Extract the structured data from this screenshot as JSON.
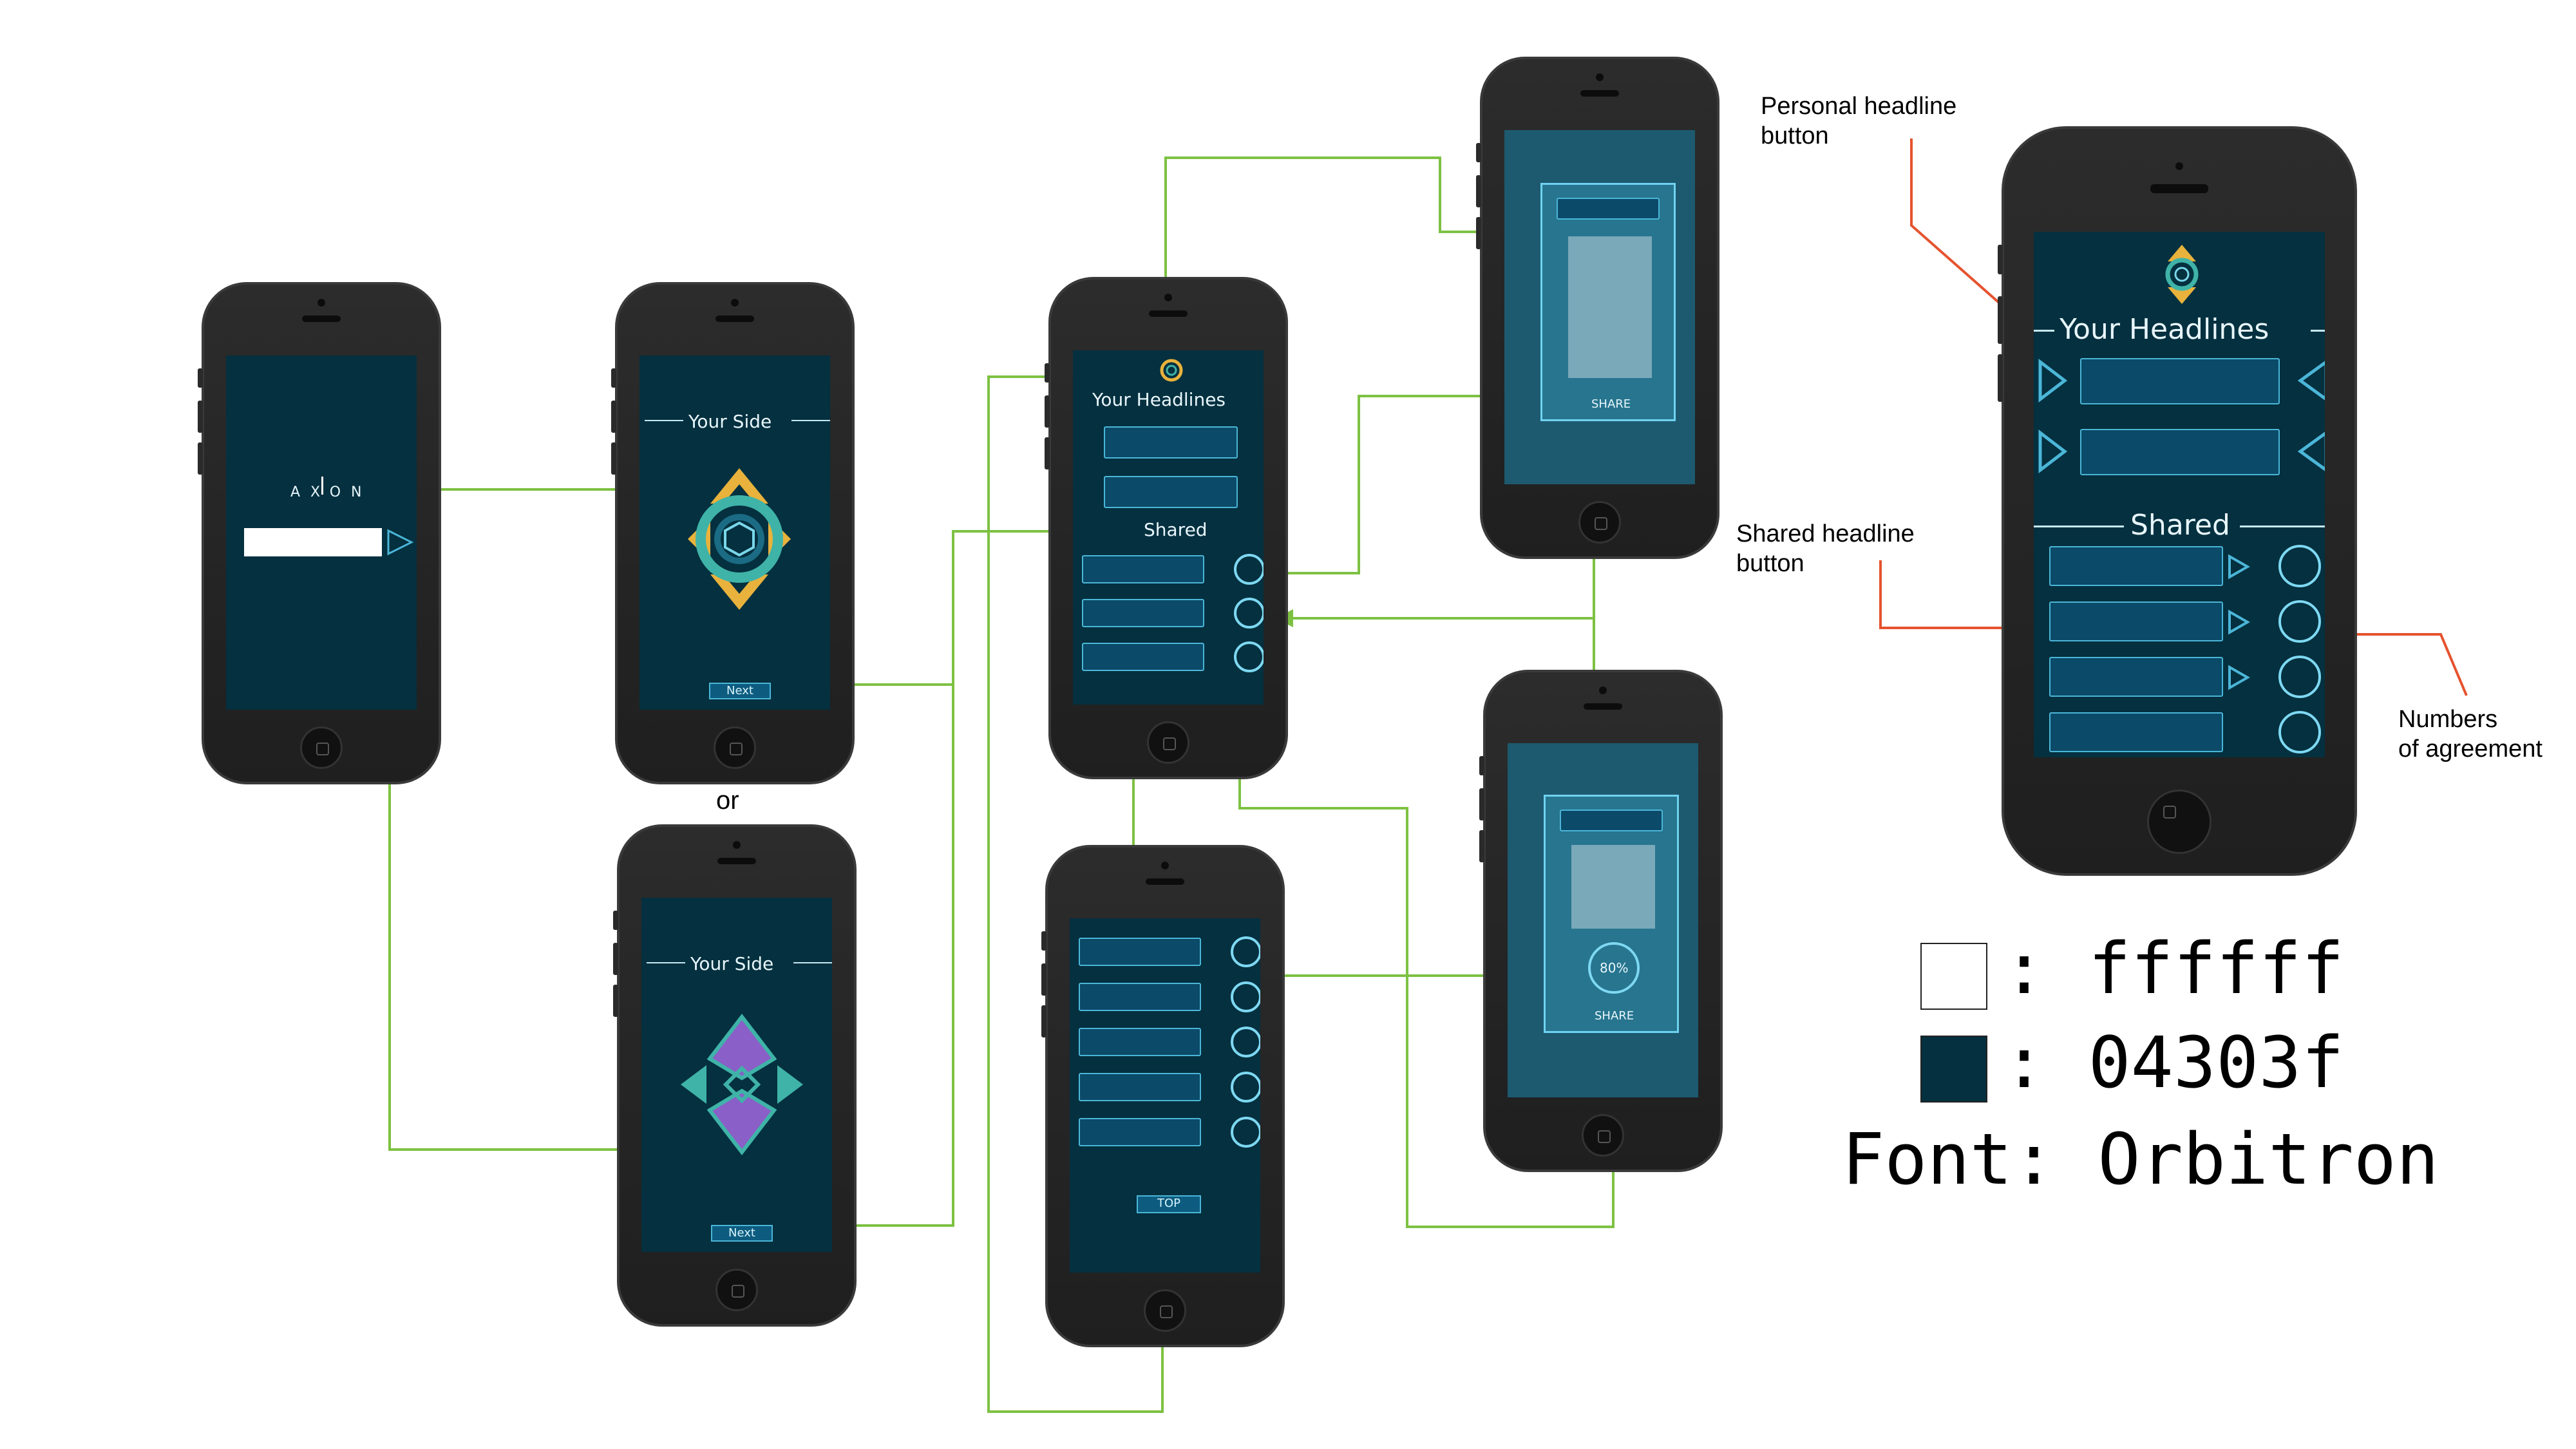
{
  "colors": {
    "screen_bg": "#04303f",
    "white": "#ffffff",
    "connector": "#7dc142",
    "annotation_line": "#e5532e",
    "accent": "#4bb6d8",
    "emblem_gold": "#e8b23c",
    "emblem_teal": "#3fb3a8",
    "emblem_purple": "#8a5fc7"
  },
  "phones": {
    "login": {
      "logo_text": "AXON"
    },
    "side_a": {
      "title": "Your Side",
      "next_label": "Next"
    },
    "or_label": "or",
    "side_b": {
      "title": "Your Side",
      "next_label": "Next"
    },
    "headlines": {
      "title": "Your Headlines",
      "shared_title": "Shared"
    },
    "scrolled": {
      "top_label": "TOP"
    },
    "share_popup": {
      "share_label": "SHARE"
    },
    "share_result": {
      "share_label": "SHARE",
      "percent": "80%"
    },
    "large": {
      "title": "Your Headlines",
      "shared_title": "Shared"
    }
  },
  "annotations": {
    "personal": "Personal headline\nbutton",
    "shared": "Shared headline\nbutton",
    "numbers": "Numbers\nof agreement"
  },
  "legend": {
    "white_code": ": ffffff",
    "dark_code": ": 04303f",
    "font_label": "Font: Orbitron"
  },
  "icons": {
    "next_arrow": "triangle-right-icon",
    "circle": "agreement-circle-icon",
    "emblem": "side-emblem-icon"
  }
}
